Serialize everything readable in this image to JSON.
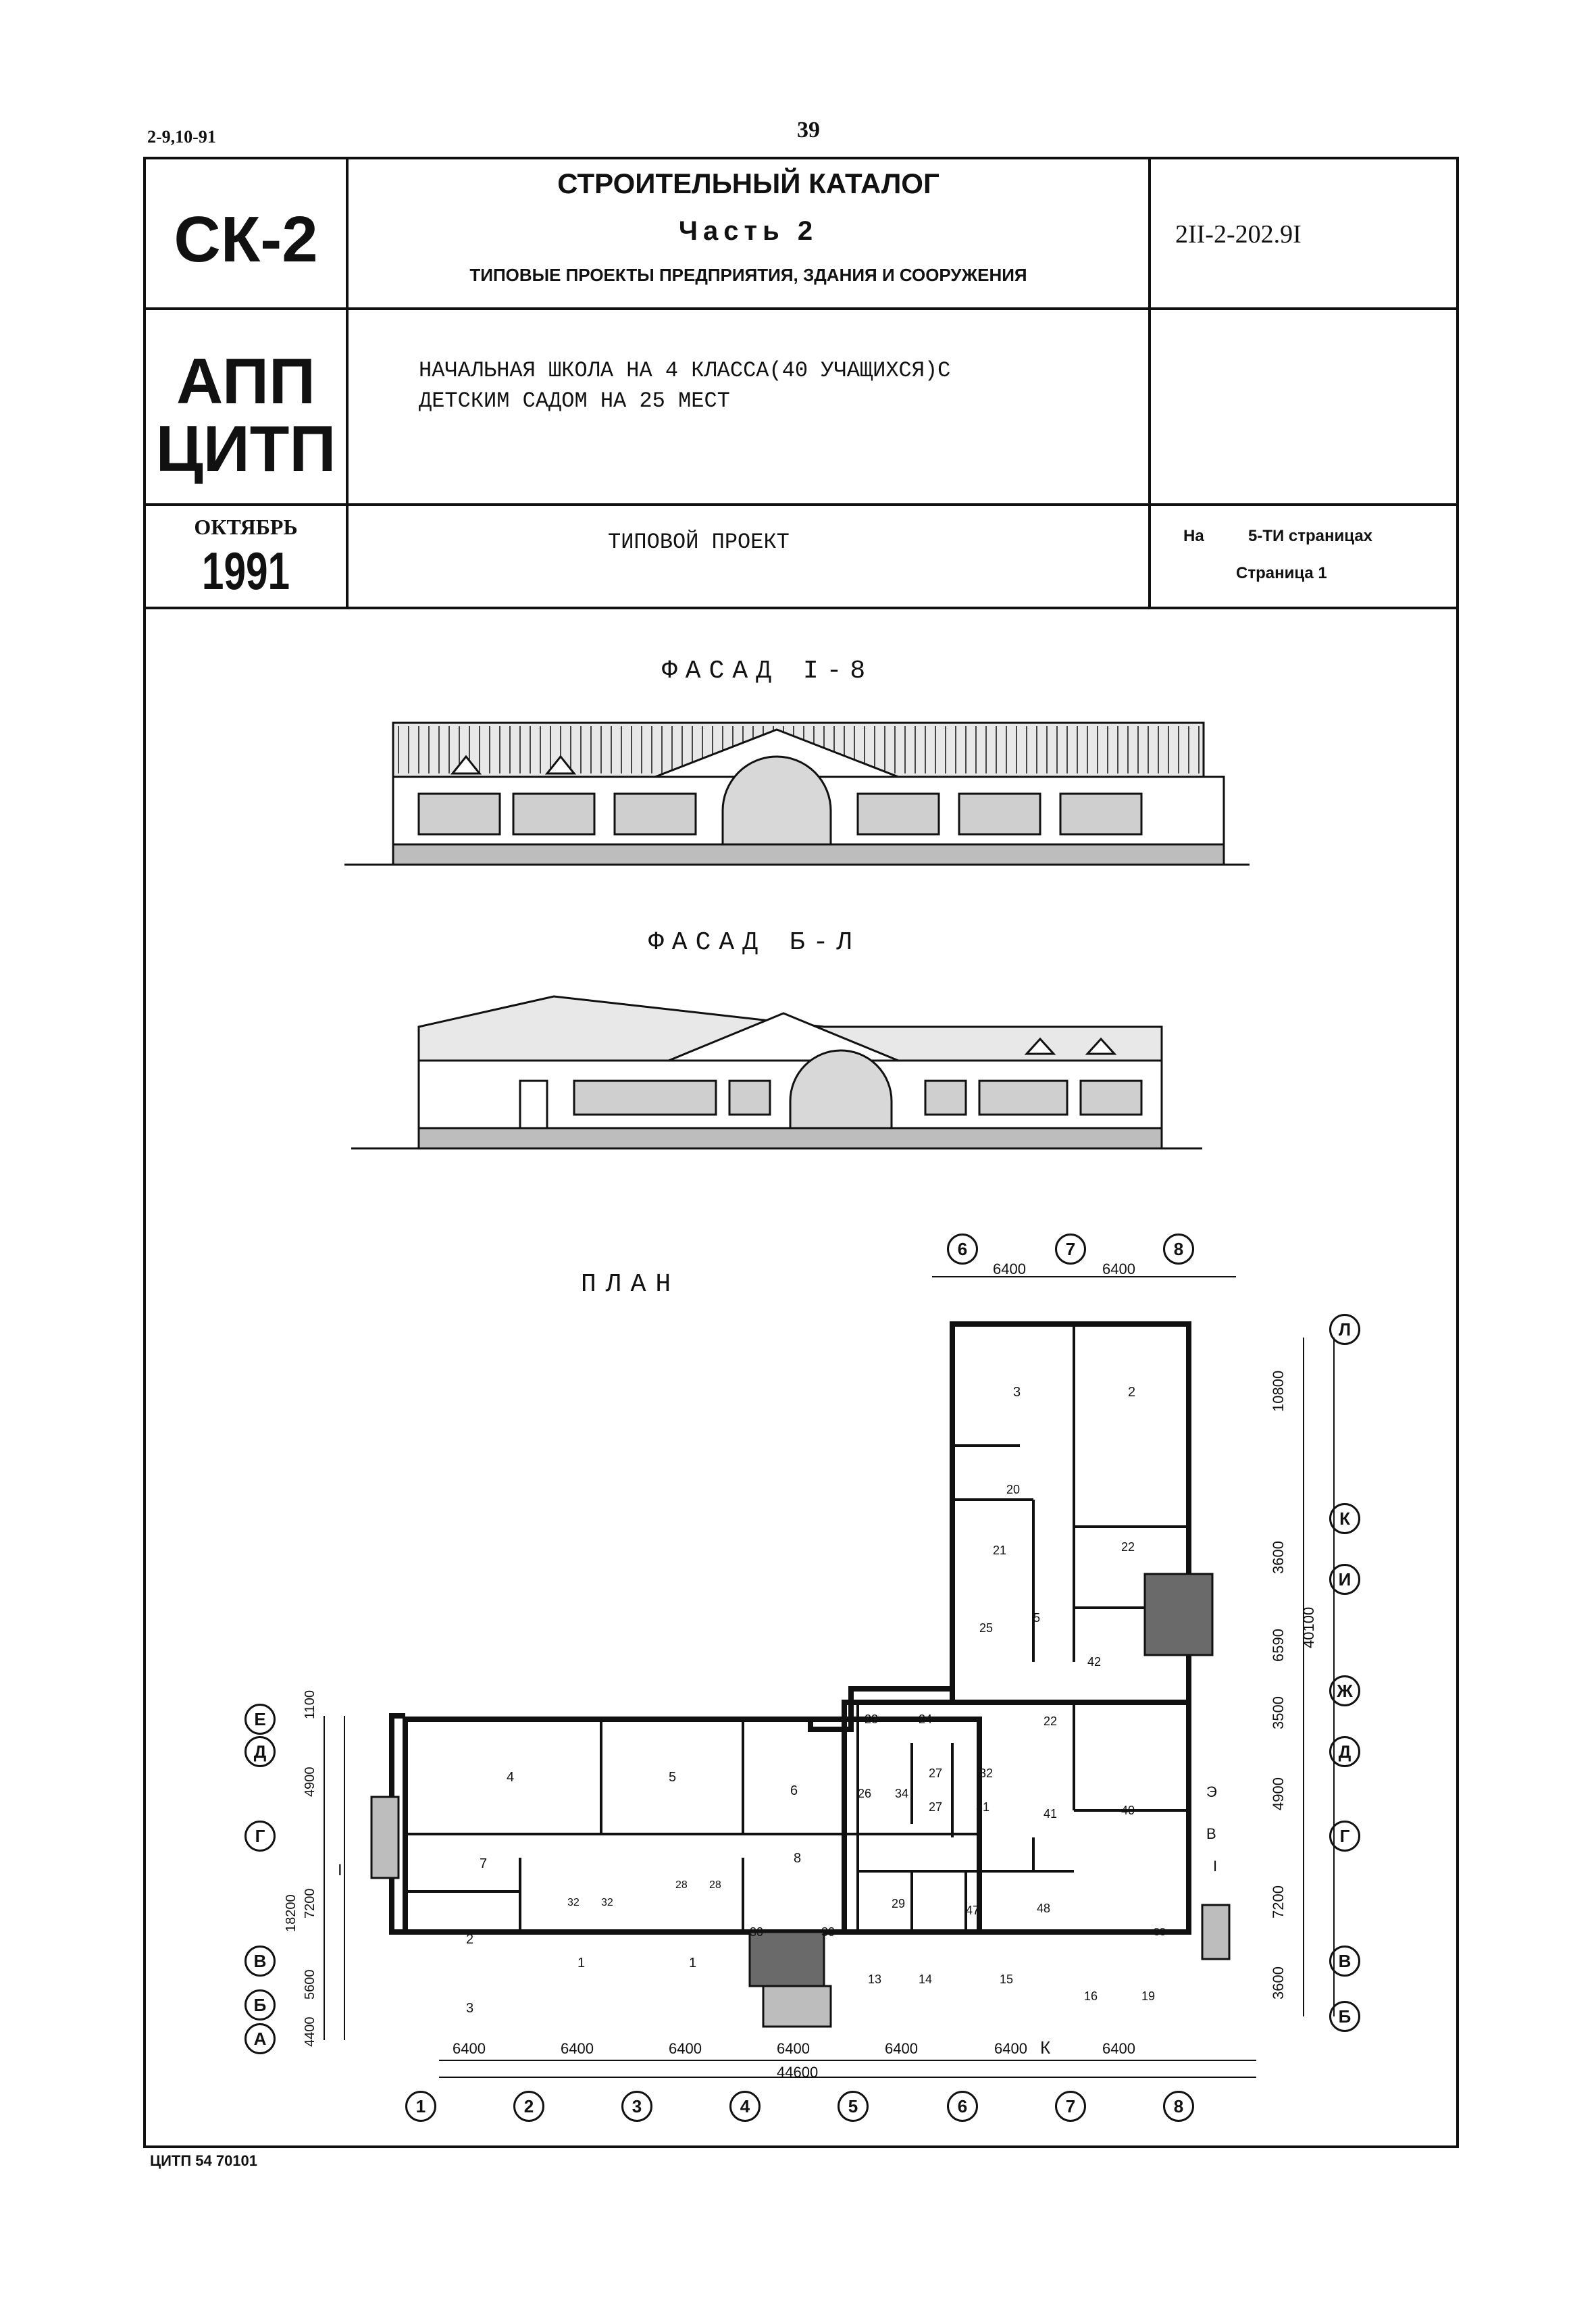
{
  "header": {
    "left_code": "2-9,10-91",
    "page_number": "39"
  },
  "title_block": {
    "sk": "СК-2",
    "catalog_title": "СТРОИТЕЛЬНЫЙ КАТАЛОГ",
    "part": "Часть 2",
    "part_subtitle": "ТИПОВЫЕ ПРОЕКТЫ ПРЕДПРИЯТИЯ, ЗДАНИЯ И СООРУЖЕНИЯ",
    "project_code": "2II-2-202.9I",
    "org_line1": "АПП",
    "org_line2": "ЦИТП",
    "project_name_line1": "НАЧАЛЬНАЯ ШКОЛА НА 4 КЛАССА(40 УЧАЩИХСЯ)С",
    "project_name_line2": "ДЕТСКИМ САДОМ НА 25 МЕСТ",
    "month": "ОКТЯБРЬ",
    "year": "1991",
    "project_type": "ТИПОВОЙ ПРОЕКТ",
    "pages_prefix": "На",
    "pages_count": "5-ТИ страницах",
    "page_label": "Страница 1"
  },
  "drawings": {
    "facade1_title": "ФАСАД I-8",
    "facade2_title": "ФАСАД Б-Л",
    "plan_title": "ПЛАН"
  },
  "plan": {
    "top_axes": [
      "6",
      "7",
      "8"
    ],
    "top_dims": [
      "6400",
      "6400"
    ],
    "right_axes": [
      "Л",
      "К",
      "И",
      "Ж",
      "Д",
      "Г",
      "В",
      "Б"
    ],
    "right_dims": [
      "10800",
      "3600",
      "6590",
      "3500",
      "4900",
      "7200",
      "3600"
    ],
    "right_total": "40100",
    "left_axes": [
      "Е",
      "Д",
      "Г",
      "В",
      "Б",
      "А"
    ],
    "left_dims": [
      "1100",
      "4900",
      "7200",
      "5600",
      "4400"
    ],
    "left_total": "18200",
    "bottom_axes": [
      "1",
      "2",
      "3",
      "4",
      "5",
      "6",
      "7",
      "8"
    ],
    "bottom_dims": [
      "6400",
      "6400",
      "6400",
      "6400",
      "6400",
      "6400",
      "6400"
    ],
    "bottom_total": "44600",
    "entrance_labels": [
      "Э",
      "В",
      "I",
      "К"
    ],
    "section_mark": "I",
    "rooms": [
      "3",
      "2",
      "20",
      "21",
      "22",
      "25",
      "5",
      "42",
      "23",
      "24",
      "22",
      "40",
      "41",
      "4",
      "5",
      "6",
      "26",
      "34",
      "27",
      "27",
      "31",
      "32",
      "7",
      "8",
      "2",
      "32",
      "32",
      "28",
      "28",
      "29",
      "47",
      "48",
      "33",
      "1",
      "1",
      "30",
      "30",
      "13",
      "14",
      "15",
      "16",
      "19",
      "3"
    ]
  },
  "footer": {
    "code": "ЦИТП 54 70101"
  }
}
